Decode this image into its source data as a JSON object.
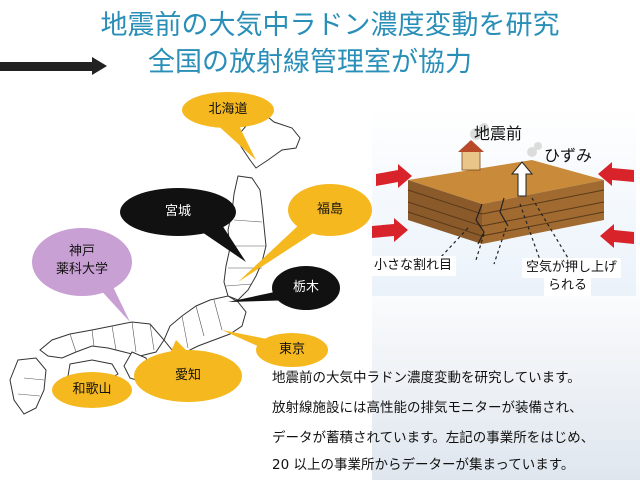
{
  "title": {
    "line1": "地震前の大気中ラドン濃度変動を研究",
    "line2": "全国の放射線管理室が協力"
  },
  "map_labels": {
    "hokkaido": "北海道",
    "miyagi": "宮城",
    "fukushima": "福島",
    "kobe_line1": "神戸",
    "kobe_line2": "薬科大学",
    "tochigi": "栃木",
    "tokyo": "東京",
    "aichi": "愛知",
    "wakayama": "和歌山"
  },
  "diagram": {
    "title": "地震前",
    "subtitle": "ひずみ",
    "caption_cracks": "小さな割れ目",
    "caption_air_line1": "空気が押し上げ",
    "caption_air_line2": "られる"
  },
  "body_lines": [
    "地震前の大気中ラドン濃度変動を研究しています。",
    "放射線施設には高性能の排気モニターが装備され、",
    "データが蓄積されています。左記の事業所をはじめ、",
    "20 以上の事業所からデーターが集まっています。"
  ],
  "colors": {
    "title_text": "#2a8fb8",
    "callout_yellow": "#f5b81f",
    "callout_black": "#111111",
    "callout_purple": "#c9a0d4",
    "arrow_red": "#d8232a"
  }
}
